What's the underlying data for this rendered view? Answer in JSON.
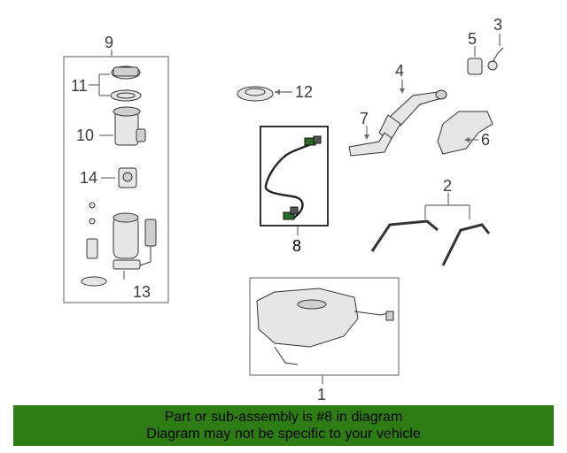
{
  "diagram": {
    "callouts": {
      "c1": "1",
      "c2": "2",
      "c3": "3",
      "c4": "4",
      "c5": "5",
      "c6": "6",
      "c7": "7",
      "c8": "8",
      "c9": "9",
      "c10": "10",
      "c11": "11",
      "c12": "12",
      "c13": "13",
      "c14": "14"
    }
  },
  "banner": {
    "line1": "Part or sub-assembly is #8 in diagram",
    "line2": "Diagram may not be specific to your vehicle",
    "color": "#2e7d14"
  }
}
